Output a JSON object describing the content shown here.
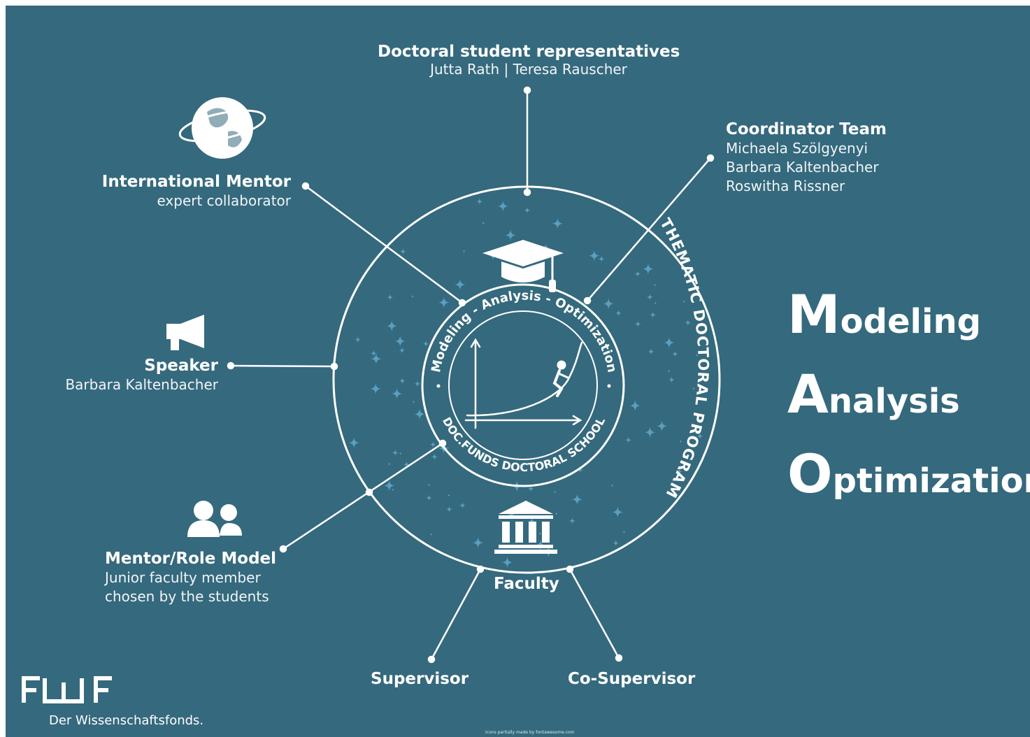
{
  "doctoral_reps": {
    "title": "Doctoral student representatives",
    "names": "Jutta Rath | Teresa Rauscher"
  },
  "coordinator": {
    "title": "Coordinator Team",
    "members": [
      "Michaela Szölgyenyi",
      "Barbara Kaltenbacher",
      "Roswitha Rissner"
    ]
  },
  "international_mentor": {
    "title": "International Mentor",
    "subtitle": "expert collaborator"
  },
  "speaker": {
    "title": "Speaker",
    "name": "Barbara Kaltenbacher"
  },
  "mentor_role_model": {
    "title": "Mentor/Role Model",
    "subtitle_lines": [
      "Junior faculty member",
      "chosen by the students"
    ]
  },
  "faculty": {
    "label": "Faculty"
  },
  "supervisor": {
    "label": "Supervisor"
  },
  "co_supervisor": {
    "label": "Co-Supervisor"
  },
  "ring": {
    "program_label": "THEMATIC DOCTORAL PROGRAM",
    "inner_top": "Modeling - Analysis - Optimization",
    "inner_bottom": "DOC.FUNDS DOCTORAL SCHOOL"
  },
  "mao": [
    {
      "initial": "M",
      "rest": "odeling"
    },
    {
      "initial": "A",
      "rest": "nalysis"
    },
    {
      "initial": "O",
      "rest": "ptimization"
    }
  ],
  "logo": {
    "wordmark": "FWF",
    "tagline": "Der Wissenschaftsfonds."
  },
  "credit": "Icons partially made by fontawesome.com",
  "icons": [
    "globe-icon",
    "graduation-cap-icon",
    "megaphone-icon",
    "users-icon",
    "institution-icon",
    "climber-icon"
  ],
  "colors": {
    "background": "#35697d",
    "foreground": "#ffffff",
    "stars": "#5a9ec0"
  }
}
